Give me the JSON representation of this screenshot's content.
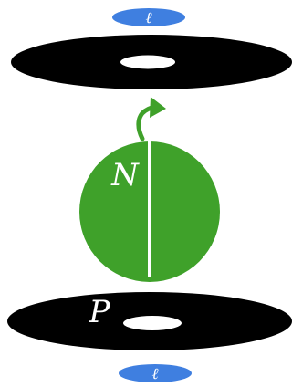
{
  "labels": {
    "top_tag": "ℓ",
    "bottom_tag": "ℓ",
    "sphere": "N",
    "lower_disk": "P"
  },
  "colors": {
    "background": "#ffffff",
    "disk": "#000000",
    "disk_hole": "#ffffff",
    "sphere": "#3fa12a",
    "arrow": "#3fa12a",
    "axis_line": "#ffffff",
    "tag_fill": "#3f7fe0",
    "tag_text": "#ffffff",
    "sphere_label": "#ffffff",
    "disk_label": "#ffffff"
  },
  "icons": {
    "top_tag": "ell-tag",
    "arrow": "curved-rotation-arrow",
    "bottom_tag": "ell-tag"
  }
}
